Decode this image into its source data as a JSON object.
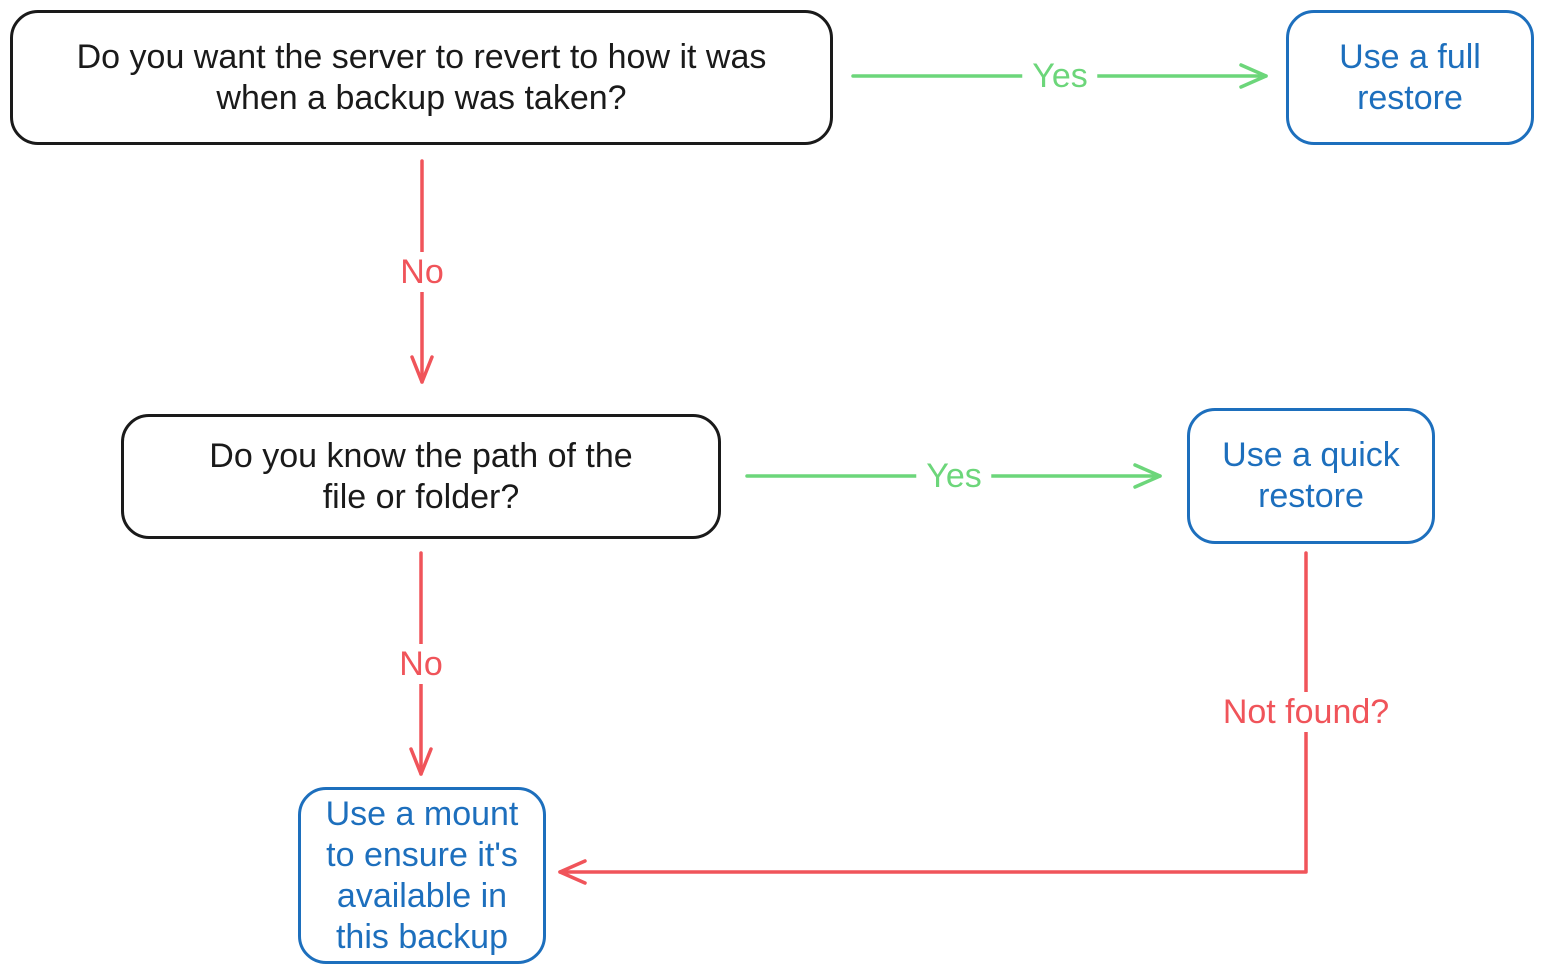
{
  "colors": {
    "question_border": "#1a1a1a",
    "answer_border": "#1d6fbd",
    "yes_edge": "#6cd67a",
    "no_edge": "#f0545a"
  },
  "nodes": {
    "q1": {
      "lines": [
        "Do you want the server to revert to how it was",
        "when a backup was taken?"
      ]
    },
    "full_restore": {
      "lines": [
        "Use a full",
        "restore"
      ]
    },
    "q2": {
      "lines": [
        "Do you know the path of the",
        "file or folder?"
      ]
    },
    "quick_restore": {
      "lines": [
        "Use a quick",
        "restore"
      ]
    },
    "mount": {
      "lines": [
        "Use a mount",
        "to ensure it's",
        "available in",
        "this backup"
      ]
    }
  },
  "edges": {
    "q1_yes": {
      "label": "Yes"
    },
    "q1_no": {
      "label": "No"
    },
    "q2_yes": {
      "label": "Yes"
    },
    "q2_no": {
      "label": "No"
    },
    "quick_not_found": {
      "label": "Not found?"
    }
  }
}
